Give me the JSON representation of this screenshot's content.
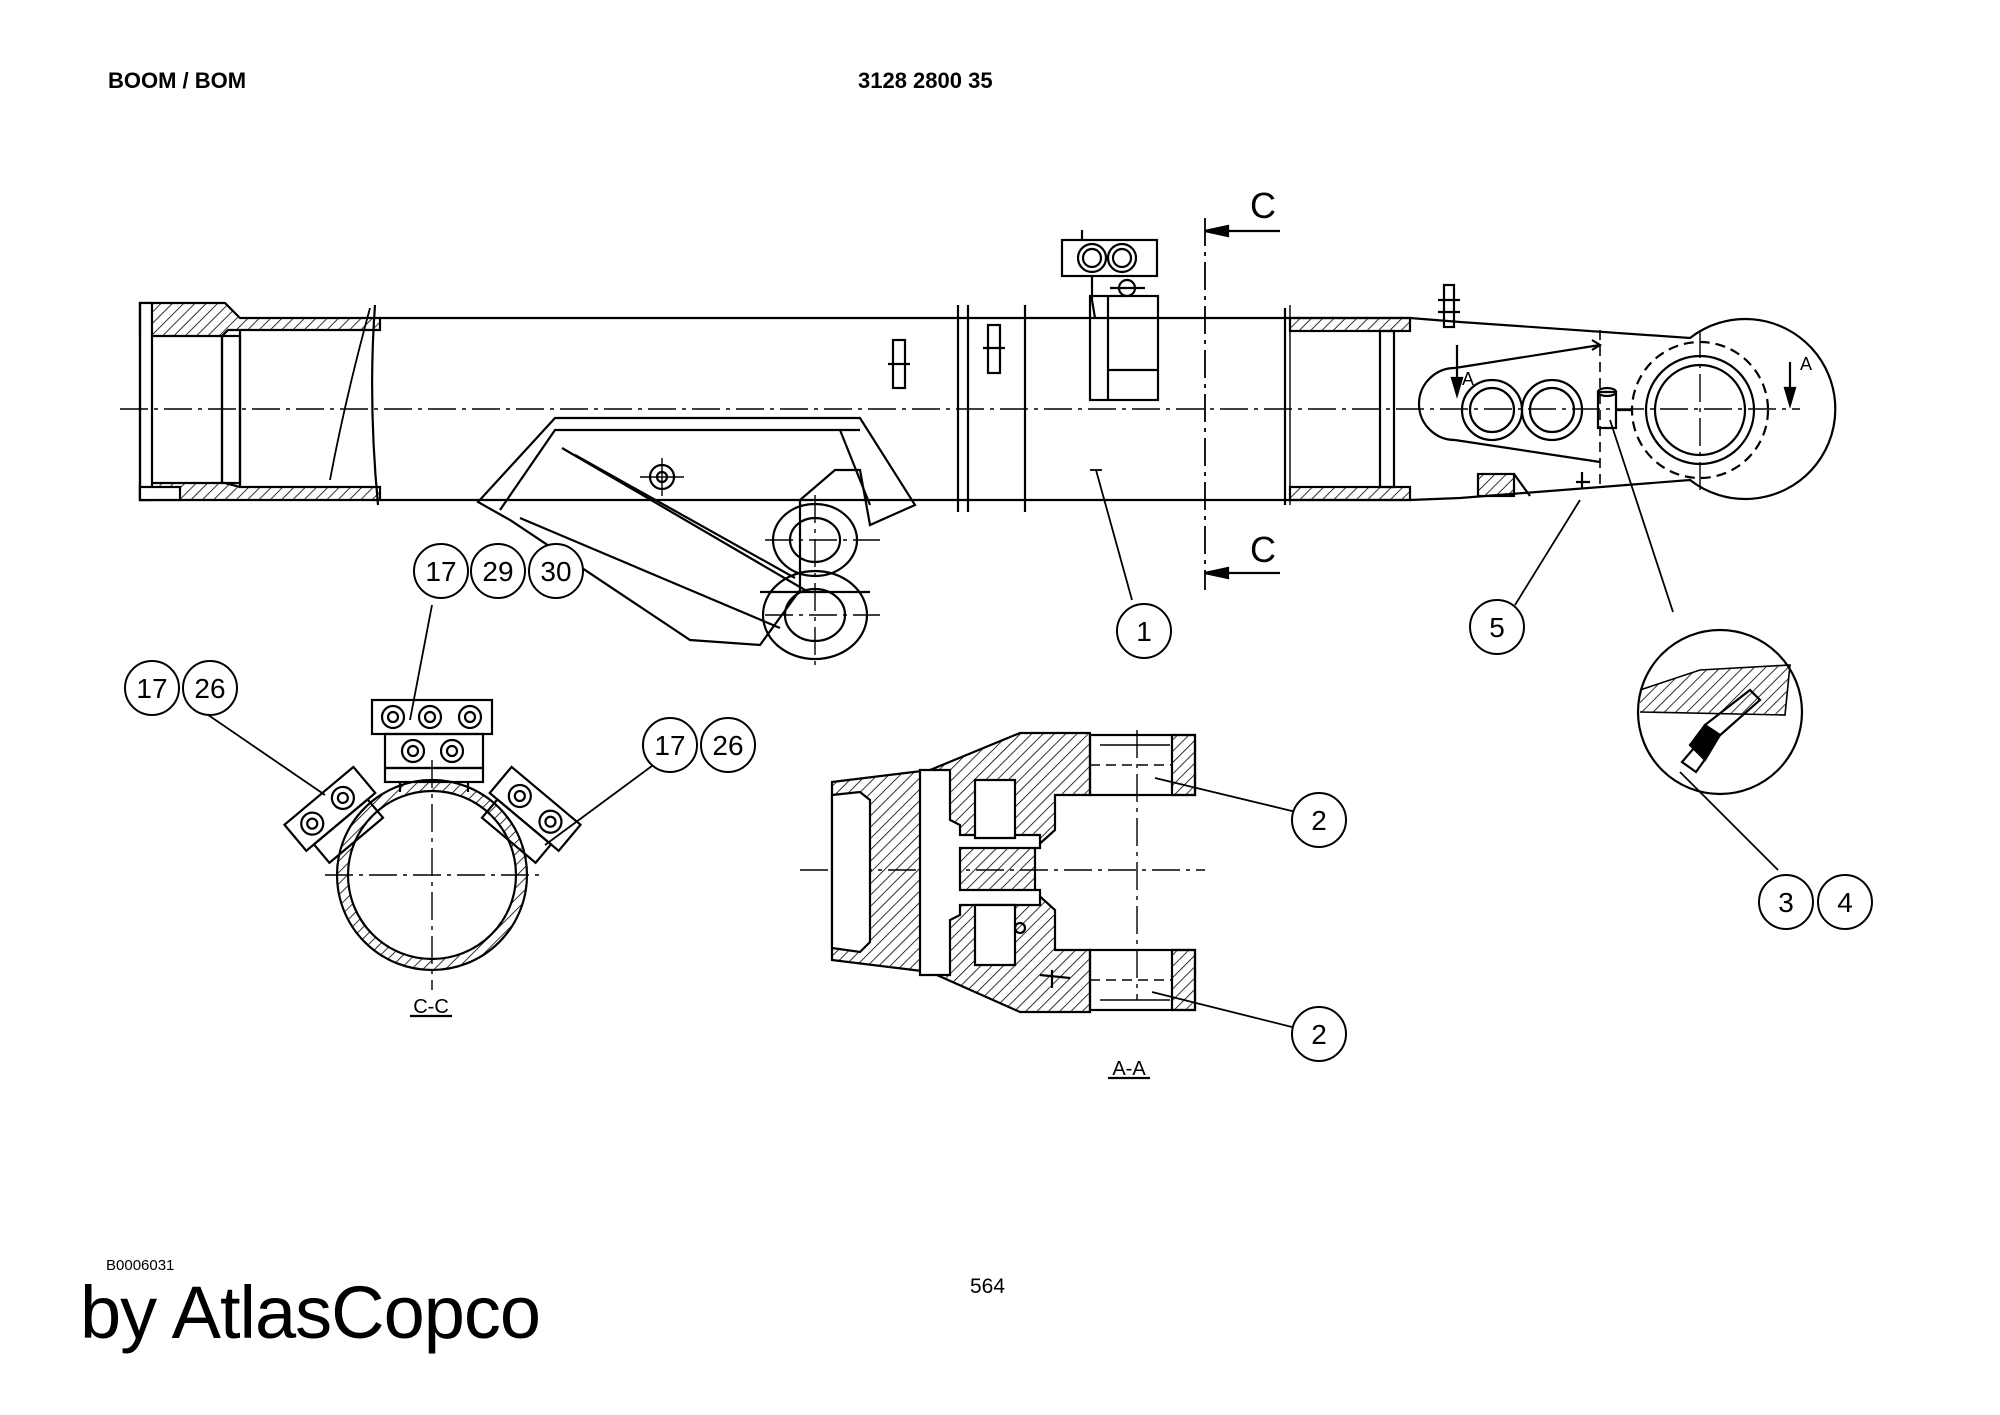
{
  "header": {
    "title": "BOOM / BOM",
    "part_number": "3128 2800 35"
  },
  "footer": {
    "drawing_code": "B0006031",
    "page_number": "564",
    "brand": "by AtlasCopco"
  },
  "section_marks": {
    "c_top": "C",
    "c_bottom": "C",
    "a_left": "A",
    "a_right": "A"
  },
  "view_labels": {
    "section_cc": "C-C",
    "section_aa": "A-A"
  },
  "callouts": {
    "c1": "1",
    "c2a": "2",
    "c2b": "2",
    "c3": "3",
    "c4": "4",
    "c5": "5",
    "c17a": "17",
    "c29": "29",
    "c30": "30",
    "c17b": "17",
    "c26a": "26",
    "c17c": "17",
    "c26b": "26"
  }
}
